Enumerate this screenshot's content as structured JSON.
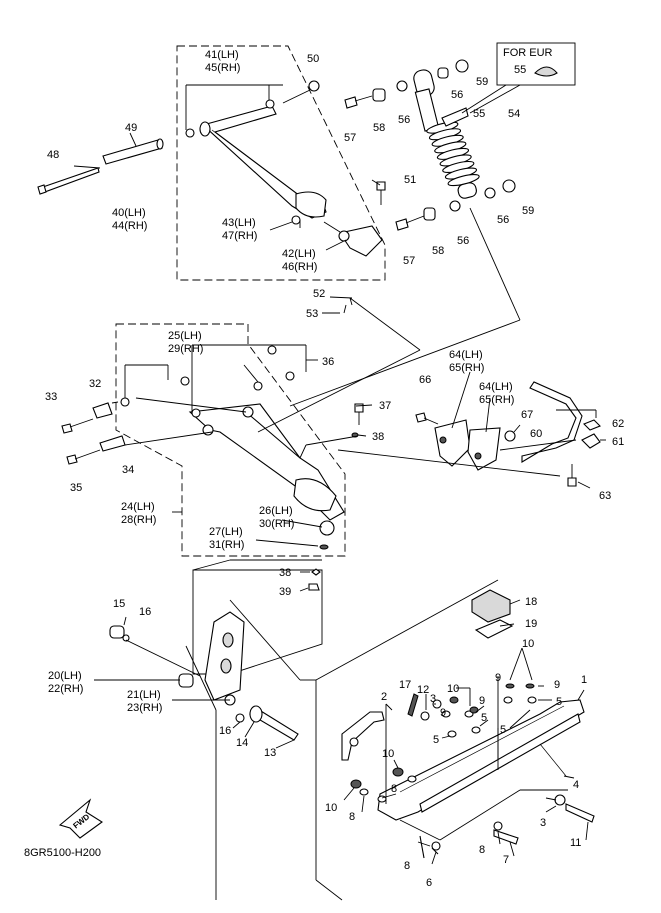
{
  "labels": {
    "l1": "1",
    "l2": "2",
    "l3a": "3",
    "l3b": "3",
    "l4": "4",
    "l5a": "5",
    "l5b": "5",
    "l5c": "5",
    "l5d": "5",
    "l6": "6",
    "l7": "7",
    "l8a": "8",
    "l8b": "8",
    "l8c": "8",
    "l8d": "8",
    "l9a": "9",
    "l9b": "9",
    "l9c": "9",
    "l9d": "9",
    "l10a": "10",
    "l10b": "10",
    "l10c": "10",
    "l10d": "10",
    "l11": "11",
    "l12": "12",
    "l13": "13",
    "l14": "14",
    "l15": "15",
    "l16a": "16",
    "l16b": "16",
    "l17": "17",
    "l18": "18",
    "l19": "19",
    "l20": "20(LH)",
    "l22": "22(RH)",
    "l21": "21(LH)",
    "l23": "23(RH)",
    "l24": "24(LH)",
    "l28": "28(RH)",
    "l25": "25(LH)",
    "l29": "29(RH)",
    "l26": "26(LH)",
    "l30": "30(RH)",
    "l27": "27(LH)",
    "l31": "31(RH)",
    "l32": "32",
    "l33": "33",
    "l34": "34",
    "l35": "35",
    "l36": "36",
    "l37": "37",
    "l38a": "38",
    "l38b": "38",
    "l39": "39",
    "l40": "40(LH)",
    "l44": "44(RH)",
    "l41": "41(LH)",
    "l45": "45(RH)",
    "l42": "42(LH)",
    "l46": "46(RH)",
    "l43": "43(LH)",
    "l47": "47(RH)",
    "l48": "48",
    "l49": "49",
    "l50": "50",
    "l51": "51",
    "l52": "52",
    "l53": "53",
    "l54": "54",
    "l55a": "55",
    "l55b": "55",
    "l56a": "56",
    "l56b": "56",
    "l56c": "56",
    "l56d": "56",
    "l57a": "57",
    "l57b": "57",
    "l58a": "58",
    "l58b": "58",
    "l59a": "59",
    "l59b": "59",
    "l60": "60",
    "l61": "61",
    "l62": "62",
    "l63": "63",
    "l64a": "64(LH)",
    "l65a": "65(RH)",
    "l64b": "64(LH)",
    "l65b": "65(RH)",
    "l66": "66",
    "l67": "67"
  },
  "callout": {
    "title": "FOR EUR",
    "part": "55"
  },
  "fwd_badge": "FWD",
  "diagram_code": "8GR5100-H200"
}
